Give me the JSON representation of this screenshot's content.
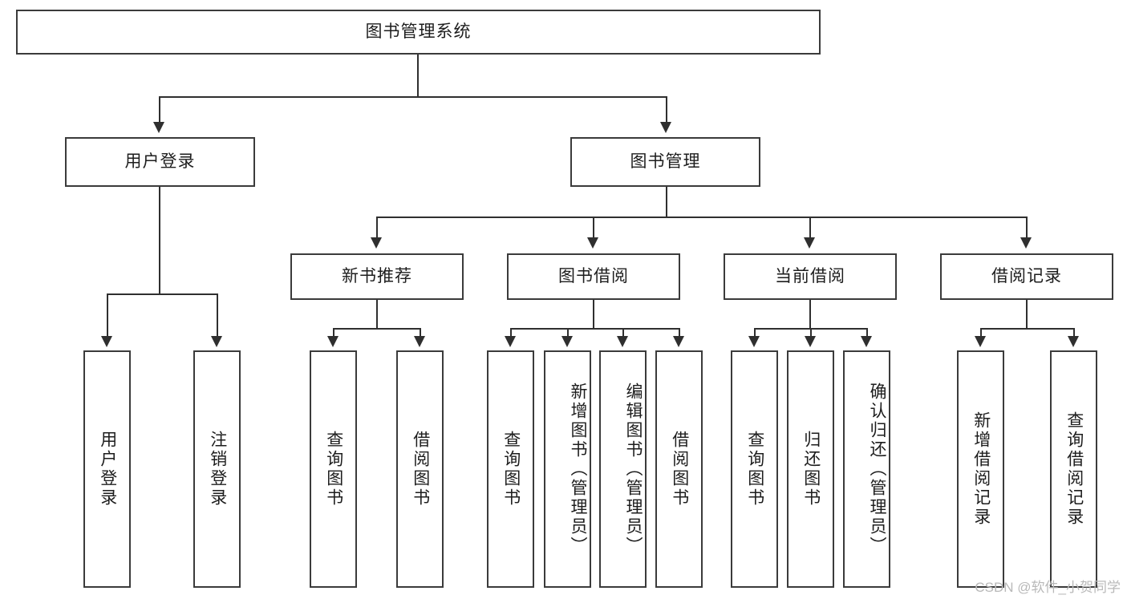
{
  "diagram": {
    "title_node": {
      "label": "图书管理系统"
    },
    "level2": [
      {
        "label": "用户登录"
      },
      {
        "label": "图书管理"
      }
    ],
    "level3": [
      {
        "label": "新书推荐"
      },
      {
        "label": "图书借阅"
      },
      {
        "label": "当前借阅"
      },
      {
        "label": "借阅记录"
      }
    ],
    "leaves": {
      "user_login": [
        {
          "label": "用户登录"
        },
        {
          "label": "注销登录"
        }
      ],
      "new_book_recommend": [
        {
          "label": "查询图书"
        },
        {
          "label": "借阅图书"
        }
      ],
      "book_borrow": [
        {
          "label": "查询图书"
        },
        {
          "label": "新增图书（管理员）"
        },
        {
          "label": "编辑图书（管理员）"
        },
        {
          "label": "借阅图书"
        }
      ],
      "current_borrow": [
        {
          "label": "查询图书"
        },
        {
          "label": "归还图书"
        },
        {
          "label": "确认归还（管理员）"
        }
      ],
      "borrow_record": [
        {
          "label": "新增借阅记录"
        },
        {
          "label": "查询借阅记录"
        }
      ]
    },
    "watermark": "CSDN @软件_小贺同学",
    "colors": {
      "border": "#3b3b3b",
      "line": "#2f2f2f",
      "text": "#1d1d1d",
      "background": "#ffffff",
      "watermark": "#b9b9b9"
    }
  }
}
